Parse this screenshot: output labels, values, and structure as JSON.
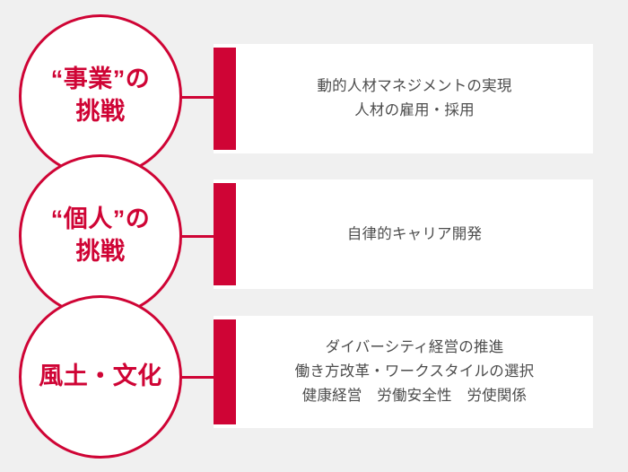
{
  "theme": {
    "accent": "#cf0435",
    "panel_bg": "#ffffff",
    "page_bg": "#f0f0f0",
    "panel_text": "#4d4d4d"
  },
  "diagram": {
    "type": "three-row-circle-callout",
    "rows": [
      {
        "circle": {
          "lines": [
            "“事業”の",
            "挑戦"
          ]
        },
        "panel": {
          "lines": [
            "動的人材マネジメントの実現",
            "人材の雇用・採用"
          ]
        }
      },
      {
        "circle": {
          "lines": [
            "“個人”の",
            "挑戦"
          ]
        },
        "panel": {
          "lines": [
            "自律的キャリア開発"
          ]
        }
      },
      {
        "circle": {
          "lines": [
            "風土・文化"
          ]
        },
        "panel": {
          "lines": [
            "ダイバーシティ経営の推進",
            "働き方改革・ワークスタイルの選択",
            "健康経営　労働安全性　労使関係"
          ]
        }
      }
    ]
  }
}
